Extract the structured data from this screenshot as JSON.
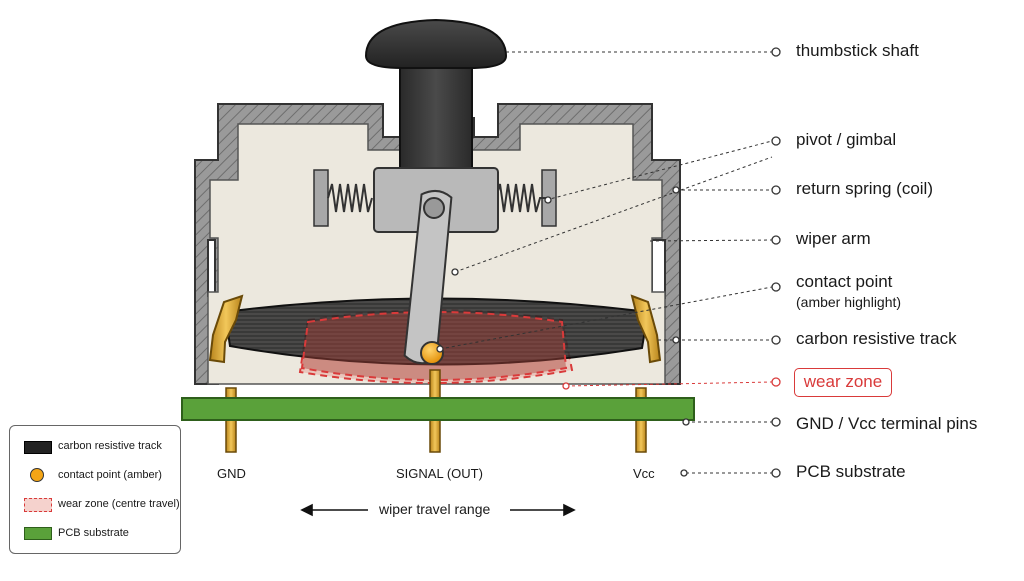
{
  "callouts": {
    "thumbstick_shaft": "thumbstick shaft",
    "pivot_gimbal": "pivot / gimbal",
    "return_spring": "return spring (coil)",
    "wiper_arm": "wiper arm",
    "contact_point": "contact point",
    "contact_point_note": "(amber highlight)",
    "carbon_track": "carbon resistive track",
    "wear_zone": "wear zone",
    "terminal_pins": "GND / Vcc terminal pins",
    "pcb_substrate": "PCB substrate"
  },
  "pins": {
    "gnd": "GND",
    "signal": "SIGNAL (OUT)",
    "vcc": "Vcc"
  },
  "travel_label": "wiper travel range",
  "legend": {
    "carbon": "carbon resistive track",
    "contact": "contact point (amber)",
    "wear": "wear zone (centre travel)",
    "pcb": "PCB substrate"
  },
  "colors": {
    "housing": "#8a8a8a",
    "cavity": "#ece8de",
    "carbon": "#222222",
    "amber": "#f4a516",
    "wear": "#d93a3a",
    "pcb": "#5aa13a",
    "brass": "#e0ad35"
  }
}
